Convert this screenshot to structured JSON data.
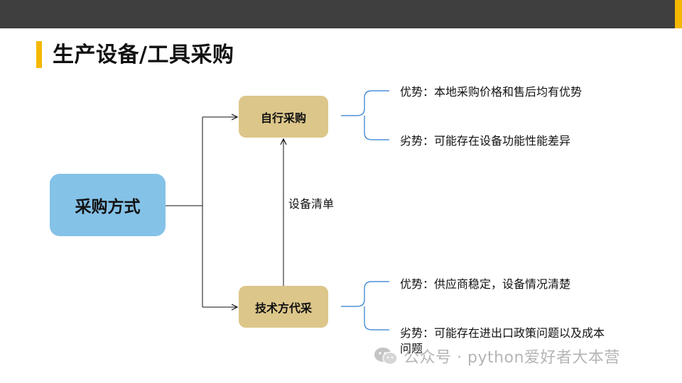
{
  "title": "生产设备/工具采购",
  "nodes": {
    "main": "采购方式",
    "self_purchase": "自行采购",
    "tech_purchase": "技术方代采"
  },
  "edge_label": "设备清单",
  "self_purchase_points": {
    "advantage": "优势：本地采购价格和售后均有优势",
    "disadvantage": "劣势：可能存在设备功能性能差异"
  },
  "tech_purchase_points": {
    "advantage": "优势：供应商稳定，设备情况清楚",
    "disadvantage": "劣势：可能存在进出口政策问题以及成本问题"
  },
  "watermark": "公众号 · python爱好者大本营",
  "colors": {
    "top_bar": "#3f3f3f",
    "accent": "#f5b800",
    "main_node": "#85c2e8",
    "sub_node": "#dcc68a",
    "brace": "#2b7bd0"
  }
}
